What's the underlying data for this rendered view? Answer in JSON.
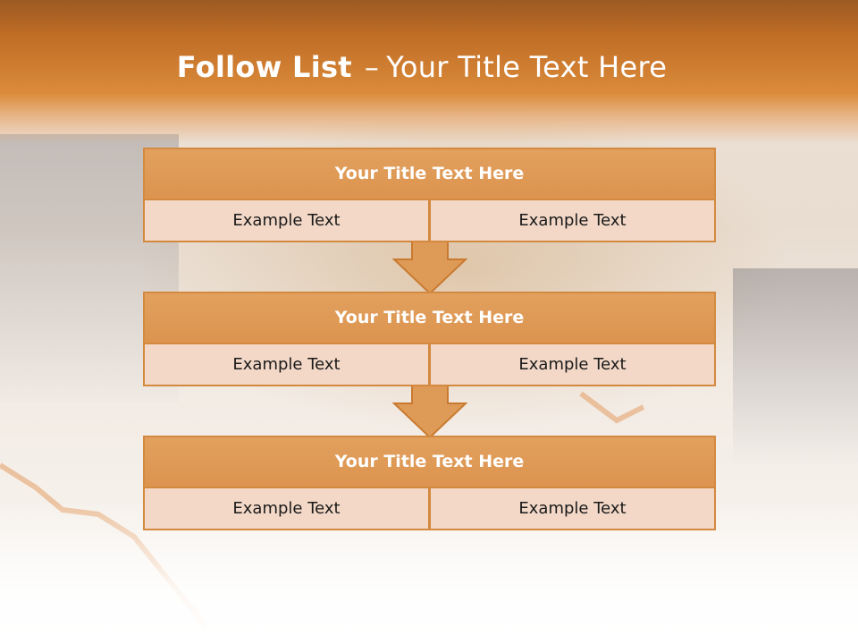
{
  "slide": {
    "title_bold": "Follow List",
    "title_separator": "–",
    "title_rest": "Your Title Text Here"
  },
  "blocks": [
    {
      "title": "Your Title Text Here",
      "left_text": "Example Text",
      "right_text": "Example Text"
    },
    {
      "title": "Your Title Text Here",
      "left_text": "Example Text",
      "right_text": "Example Text"
    },
    {
      "title": "Your Title Text Here",
      "left_text": "Example Text",
      "right_text": "Example Text"
    }
  ],
  "colors": {
    "accent": "#d3893f",
    "header_fill": "#e2a05e",
    "cell_fill": "#f3d8c7",
    "header_band": "#c06d26"
  },
  "icons": [
    "down-arrow-icon",
    "down-arrow-icon"
  ]
}
